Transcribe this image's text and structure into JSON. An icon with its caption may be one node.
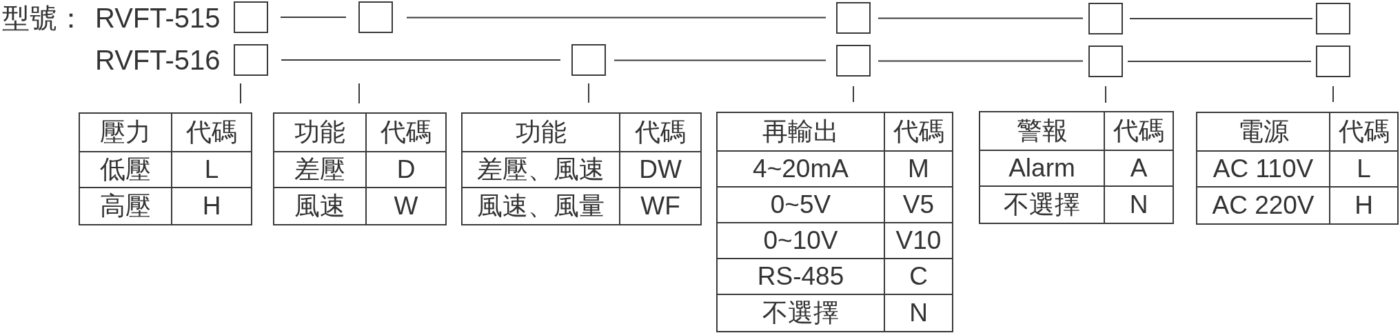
{
  "diagram": {
    "nodes": [
      {
        "text": [],
        "shape": "box"
      },
      {
        "text": [],
        "shape": "box"
      },
      {
        "text": [],
        "shape": "box"
      },
      {
        "text": [],
        "shape": "box"
      },
      {
        "text": [],
        "shape": "box"
      },
      {
        "text": [],
        "shape": "box"
      },
      {
        "text": [],
        "shape": "box"
      },
      {
        "text": [],
        "shape": "box"
      },
      {
        "text": [],
        "shape": "box"
      },
      {
        "text": [],
        "shape": "box"
      },
      {
        "text": [
          "壓力",
          "代碼",
          "低壓",
          "L",
          "高壓",
          "H"
        ]
      },
      {
        "text": [
          "功能",
          "代碼",
          "差壓",
          "D",
          "風速",
          "W"
        ]
      },
      {
        "text": [
          "功能",
          "代碼",
          "差壓、風速",
          "DW",
          "風速、風量",
          "WF"
        ]
      },
      {
        "text": [
          "再輸出",
          "代碼",
          "4~20mA",
          "M",
          "0~5V",
          "V5",
          "0~10V",
          "V10",
          "RS-485",
          "C",
          "不選擇",
          "N"
        ]
      },
      {
        "text": [
          "警報",
          "代碼",
          "Alarm",
          "A",
          "不選擇",
          "N"
        ]
      },
      {
        "text": [
          "電源",
          "代碼",
          "AC 110V",
          "L",
          "AC 220V",
          "H"
        ]
      }
    ],
    "edges": [
      {
        "from": 0,
        "to": 1,
        "arrow": "none"
      },
      {
        "from": 1,
        "to": 2,
        "arrow": "none"
      },
      {
        "from": 2,
        "to": 3,
        "arrow": "none"
      },
      {
        "from": 3,
        "to": 4,
        "arrow": "none"
      },
      {
        "from": 5,
        "to": 6,
        "arrow": "none"
      },
      {
        "from": 6,
        "to": 7,
        "arrow": "none"
      },
      {
        "from": 7,
        "to": 8,
        "arrow": "none"
      },
      {
        "from": 8,
        "to": 9,
        "arrow": "none"
      },
      {
        "from": 5,
        "to": 10,
        "arrow": "none"
      },
      {
        "from": null,
        "to": 11,
        "arrow": "none"
      },
      {
        "from": 6,
        "to": 12,
        "arrow": "none"
      },
      {
        "from": 7,
        "to": 13,
        "arrow": "none"
      },
      {
        "from": 8,
        "to": 14,
        "arrow": "none"
      },
      {
        "from": 9,
        "to": 15,
        "arrow": "none"
      }
    ],
    "labels": [
      "型號：",
      "RVFT-515",
      "RVFT-516"
    ]
  }
}
